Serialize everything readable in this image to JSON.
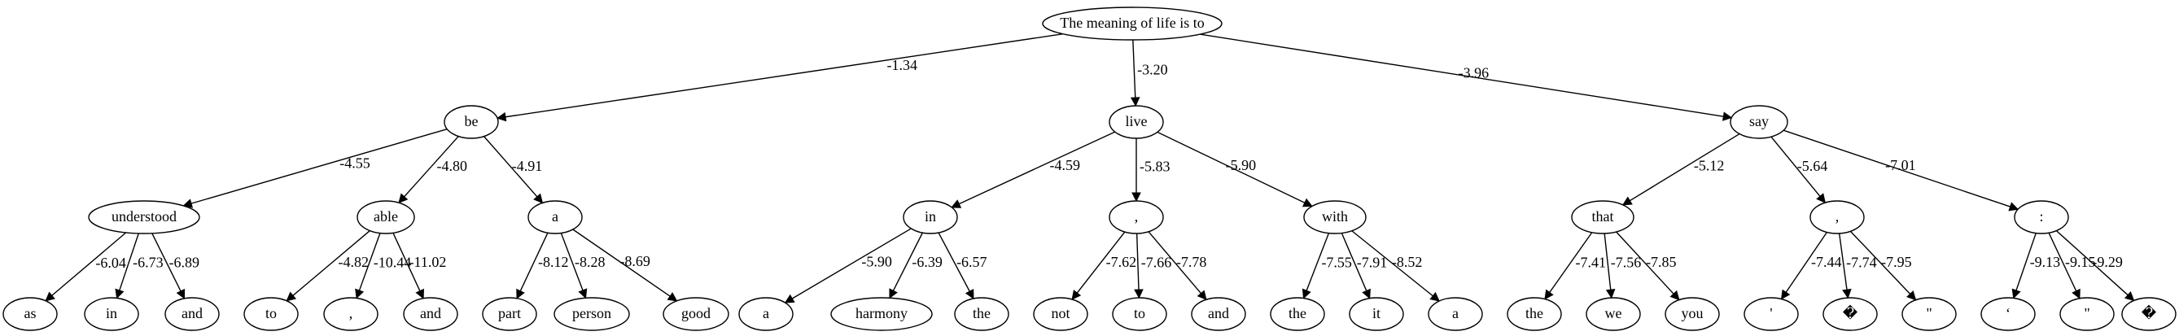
{
  "tree": {
    "root": {
      "id": "root",
      "text": "The meaning of life is to",
      "children": [
        {
          "id": "be",
          "text": "be",
          "score": "-1.34",
          "children": [
            {
              "id": "understood",
              "text": "understood",
              "score": "-4.55",
              "children": [
                {
                  "id": "as",
                  "text": "as",
                  "score": "-6.04"
                },
                {
                  "id": "in1",
                  "text": "in",
                  "score": "-6.73"
                },
                {
                  "id": "and1",
                  "text": "and",
                  "score": "-6.89"
                }
              ]
            },
            {
              "id": "able",
              "text": "able",
              "score": "-4.80",
              "children": [
                {
                  "id": "to1",
                  "text": "to",
                  "score": "-4.82"
                },
                {
                  "id": "comma1",
                  "text": ",",
                  "score": "-10.44"
                },
                {
                  "id": "and2",
                  "text": "and",
                  "score": "-11.02"
                }
              ]
            },
            {
              "id": "a1",
              "text": "a",
              "score": "-4.91",
              "children": [
                {
                  "id": "part",
                  "text": "part",
                  "score": "-8.12"
                },
                {
                  "id": "person",
                  "text": "person",
                  "score": "-8.28"
                },
                {
                  "id": "good",
                  "text": "good",
                  "score": "-8.69"
                }
              ]
            }
          ]
        },
        {
          "id": "live",
          "text": "live",
          "score": "-3.20",
          "children": [
            {
              "id": "in2",
              "text": "in",
              "score": "-4.59",
              "children": [
                {
                  "id": "a2",
                  "text": "a",
                  "score": "-5.90"
                },
                {
                  "id": "harmony",
                  "text": "harmony",
                  "score": "-6.39"
                },
                {
                  "id": "the1",
                  "text": "the",
                  "score": "-6.57"
                }
              ]
            },
            {
              "id": "comma2",
              "text": ",",
              "score": "-5.83",
              "children": [
                {
                  "id": "not",
                  "text": "not",
                  "score": "-7.62"
                },
                {
                  "id": "to2",
                  "text": "to",
                  "score": "-7.66"
                },
                {
                  "id": "and3",
                  "text": "and",
                  "score": "-7.78"
                }
              ]
            },
            {
              "id": "with",
              "text": "with",
              "score": "-5.90",
              "children": [
                {
                  "id": "the2",
                  "text": "the",
                  "score": "-7.55"
                },
                {
                  "id": "it",
                  "text": "it",
                  "score": "-7.91"
                },
                {
                  "id": "a3",
                  "text": "a",
                  "score": "-8.52"
                }
              ]
            }
          ]
        },
        {
          "id": "say",
          "text": "say",
          "score": "-3.96",
          "children": [
            {
              "id": "that",
              "text": "that",
              "score": "-5.12",
              "children": [
                {
                  "id": "the3",
                  "text": "the",
                  "score": "-7.41"
                },
                {
                  "id": "we",
                  "text": "we",
                  "score": "-7.56"
                },
                {
                  "id": "you",
                  "text": "you",
                  "score": "-7.85"
                }
              ]
            },
            {
              "id": "comma3",
              "text": ",",
              "score": "-5.64",
              "children": [
                {
                  "id": "apos",
                  "text": "'",
                  "score": "-7.44"
                },
                {
                  "id": "repl1",
                  "text": "�",
                  "score": "-7.74"
                },
                {
                  "id": "quote1",
                  "text": "\"",
                  "score": "-7.95"
                }
              ]
            },
            {
              "id": "colon",
              "text": ":",
              "score": "-7.01",
              "children": [
                {
                  "id": "lquote",
                  "text": "‘",
                  "score": "-9.13"
                },
                {
                  "id": "quote2",
                  "text": "\"",
                  "score": "-9.15"
                },
                {
                  "id": "repl2",
                  "text": "�",
                  "score": "-9.29"
                }
              ]
            }
          ]
        }
      ]
    }
  }
}
